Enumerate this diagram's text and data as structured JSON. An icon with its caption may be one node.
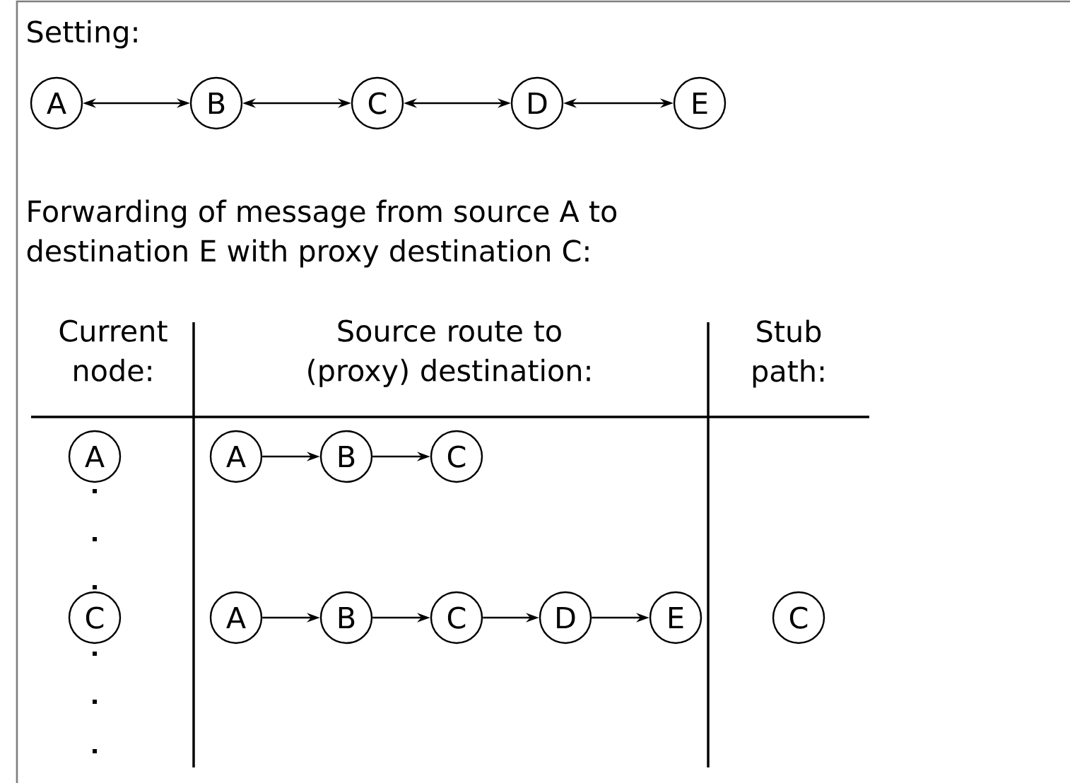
{
  "diagram": {
    "nodes": [
      {
        "text": [
          "A"
        ]
      },
      {
        "text": [
          "B"
        ]
      },
      {
        "text": [
          "C"
        ]
      },
      {
        "text": [
          "D"
        ]
      },
      {
        "text": [
          "E"
        ]
      },
      {
        "text": [
          "A"
        ]
      },
      {
        "text": [
          "A"
        ]
      },
      {
        "text": [
          "B"
        ]
      },
      {
        "text": [
          "C"
        ]
      },
      {
        "text": [
          "C"
        ]
      },
      {
        "text": [
          "A"
        ]
      },
      {
        "text": [
          "B"
        ]
      },
      {
        "text": [
          "C"
        ]
      },
      {
        "text": [
          "D"
        ]
      },
      {
        "text": [
          "E"
        ]
      },
      {
        "text": [
          "C"
        ]
      }
    ],
    "edges": [
      {
        "from": 0,
        "to": 1,
        "arrow": "both"
      },
      {
        "from": 1,
        "to": 2,
        "arrow": "both"
      },
      {
        "from": 2,
        "to": 3,
        "arrow": "both"
      },
      {
        "from": 3,
        "to": 4,
        "arrow": "both"
      },
      {
        "from": 6,
        "to": 7,
        "arrow": "to"
      },
      {
        "from": 7,
        "to": 8,
        "arrow": "to"
      },
      {
        "from": 10,
        "to": 11,
        "arrow": "to"
      },
      {
        "from": 11,
        "to": 12,
        "arrow": "to"
      },
      {
        "from": 12,
        "to": 13,
        "arrow": "to"
      },
      {
        "from": 13,
        "to": 14,
        "arrow": "to"
      }
    ],
    "labels": [
      "Setting:",
      "Forwarding of message from source A to destination E with proxy destination C:",
      "Current node:",
      "Source route to (proxy) destination:",
      "Stub path:"
    ]
  }
}
